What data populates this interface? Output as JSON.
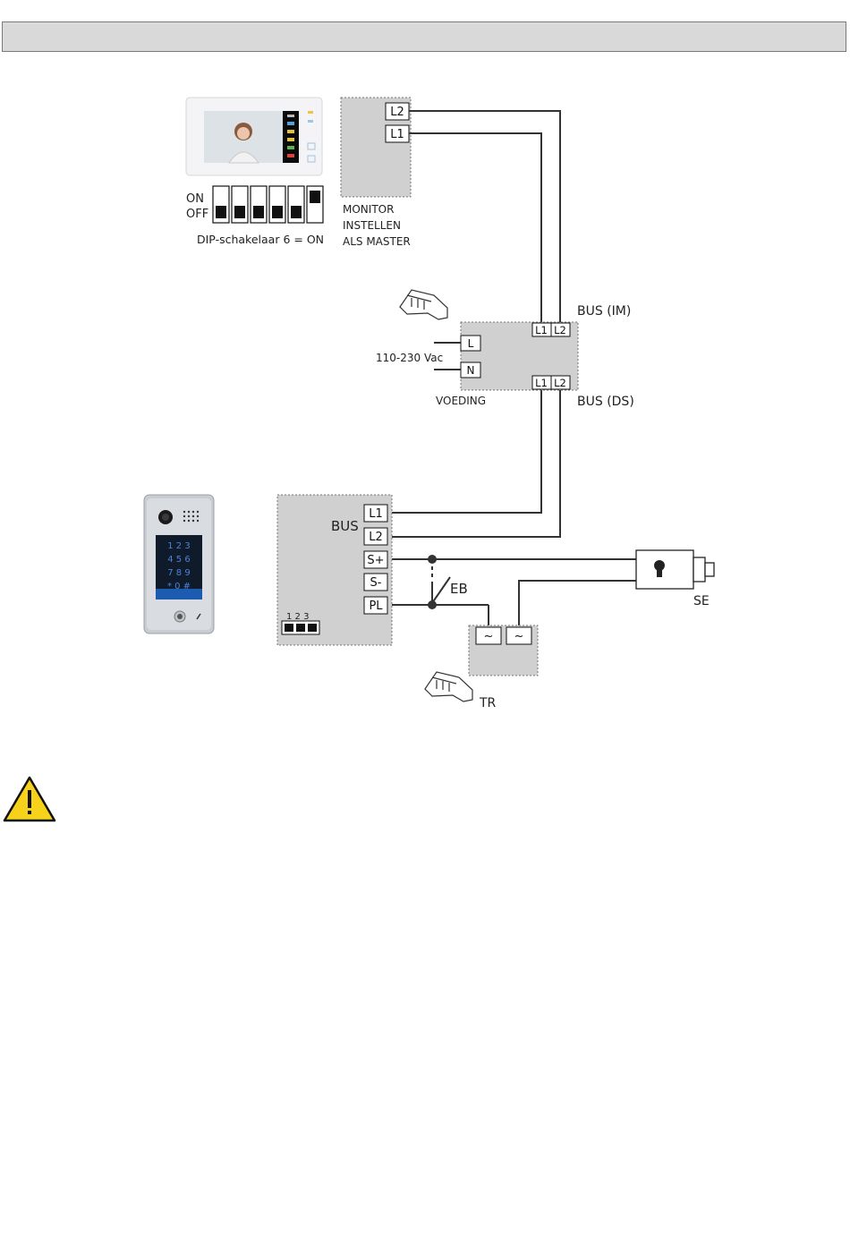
{
  "header": {
    "title": ""
  },
  "monitor": {
    "dip_on": "ON",
    "dip_off": "OFF",
    "dip_caption": "DIP-schakelaar 6 = ON",
    "note_line1": "MONITOR",
    "note_line2": "INSTELLEN",
    "note_line3": "ALS MASTER",
    "terminal_l2": "L2",
    "terminal_l1": "L1"
  },
  "power_supply": {
    "label": "VOEDING",
    "input_voltage": "110-230 Vac",
    "terminal_l": "L",
    "terminal_n": "N",
    "bus_im_label": "BUS (IM)",
    "bus_ds_label": "BUS (DS)",
    "top_l1": "L1",
    "top_l2": "L2",
    "bottom_l1": "L1",
    "bottom_l2": "L2"
  },
  "door_station": {
    "bus_label": "BUS",
    "terminal_l1": "L1",
    "terminal_l2": "L2",
    "terminal_splus": "S+",
    "terminal_sminus": "S-",
    "terminal_pl": "PL",
    "dip_numbers": "1 2 3",
    "keypad_rows": [
      "1  2  3",
      "4  5  6",
      "7  8  9",
      "*  0  #"
    ]
  },
  "exit_button": {
    "label": "EB"
  },
  "transformer": {
    "label": "TR",
    "terminal_left": "~",
    "terminal_right": "~"
  },
  "electric_strike": {
    "label": "SE"
  },
  "colors": {
    "module_fill": "#d0d0d0",
    "wire": "#333333",
    "warning_yellow": "#f7d21a"
  },
  "icons": [
    "din-rail-module-icon",
    "warning-triangle-icon",
    "electric-strike-icon"
  ]
}
